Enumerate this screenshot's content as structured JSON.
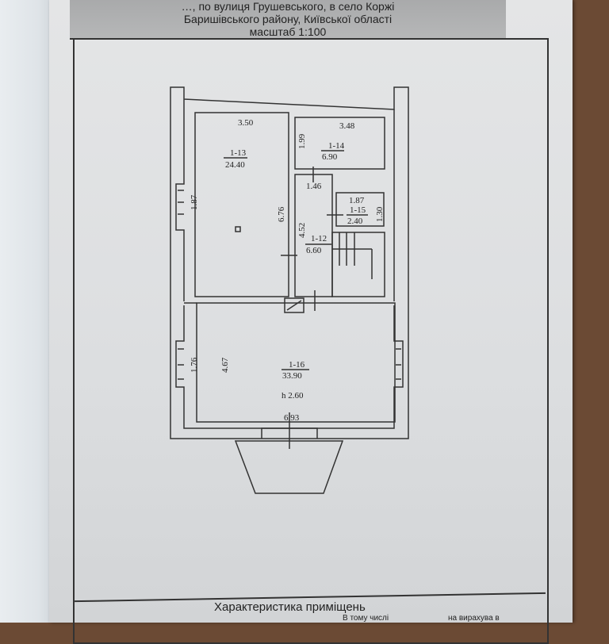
{
  "header": {
    "line1": "…, по вулиця Грушевського, в село Коржі",
    "line2": "Баришівського району, Київської області",
    "scale": "масштаб 1:100"
  },
  "rooms": [
    {
      "id": "1-13",
      "area": "24.40",
      "dims": [
        "3.50",
        "1.87",
        "6.76"
      ]
    },
    {
      "id": "1-14",
      "area": "6.90",
      "dims": [
        "3.48",
        "1.99"
      ]
    },
    {
      "id": "1-12",
      "area": "6.60",
      "dims": [
        "1.46",
        "4.52"
      ]
    },
    {
      "id": "1-15",
      "area": "2.40",
      "dims": [
        "1.87",
        "1.30"
      ]
    },
    {
      "id": "1-16",
      "area": "33.90",
      "height": "h 2.60",
      "dims": [
        "1.76",
        "4.67",
        "6.93"
      ]
    }
  ],
  "footer": {
    "title": "Характеристика приміщень",
    "subheader": "В тому числі",
    "right_header": "на вирахува в"
  }
}
